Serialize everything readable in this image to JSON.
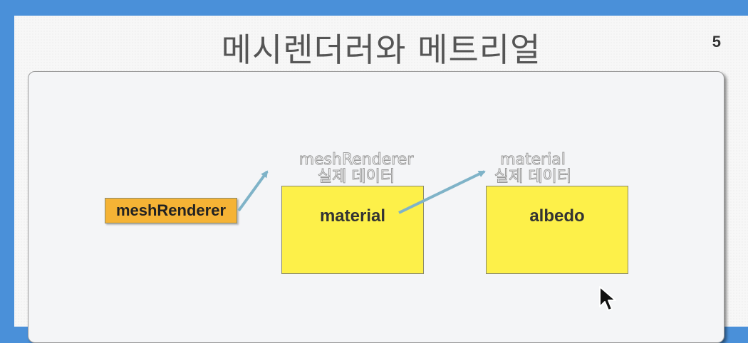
{
  "slide": {
    "title": "메시렌더러와 메트리얼",
    "page_number": "5"
  },
  "diagram": {
    "nodes": {
      "mesh_renderer": "meshRenderer",
      "material": "material",
      "albedo": "albedo"
    },
    "labels": {
      "mesh_renderer_data_line1": "meshRenderer",
      "mesh_renderer_data_line2": "실제 데이터",
      "material_data_line1": "material",
      "material_data_line2": "실제 데이터"
    },
    "colors": {
      "orange_node": "#f5b335",
      "yellow_node": "#fdf049",
      "arrow": "#7fb3c8"
    }
  },
  "icons": {
    "pointer": "mouse-cursor-icon"
  }
}
